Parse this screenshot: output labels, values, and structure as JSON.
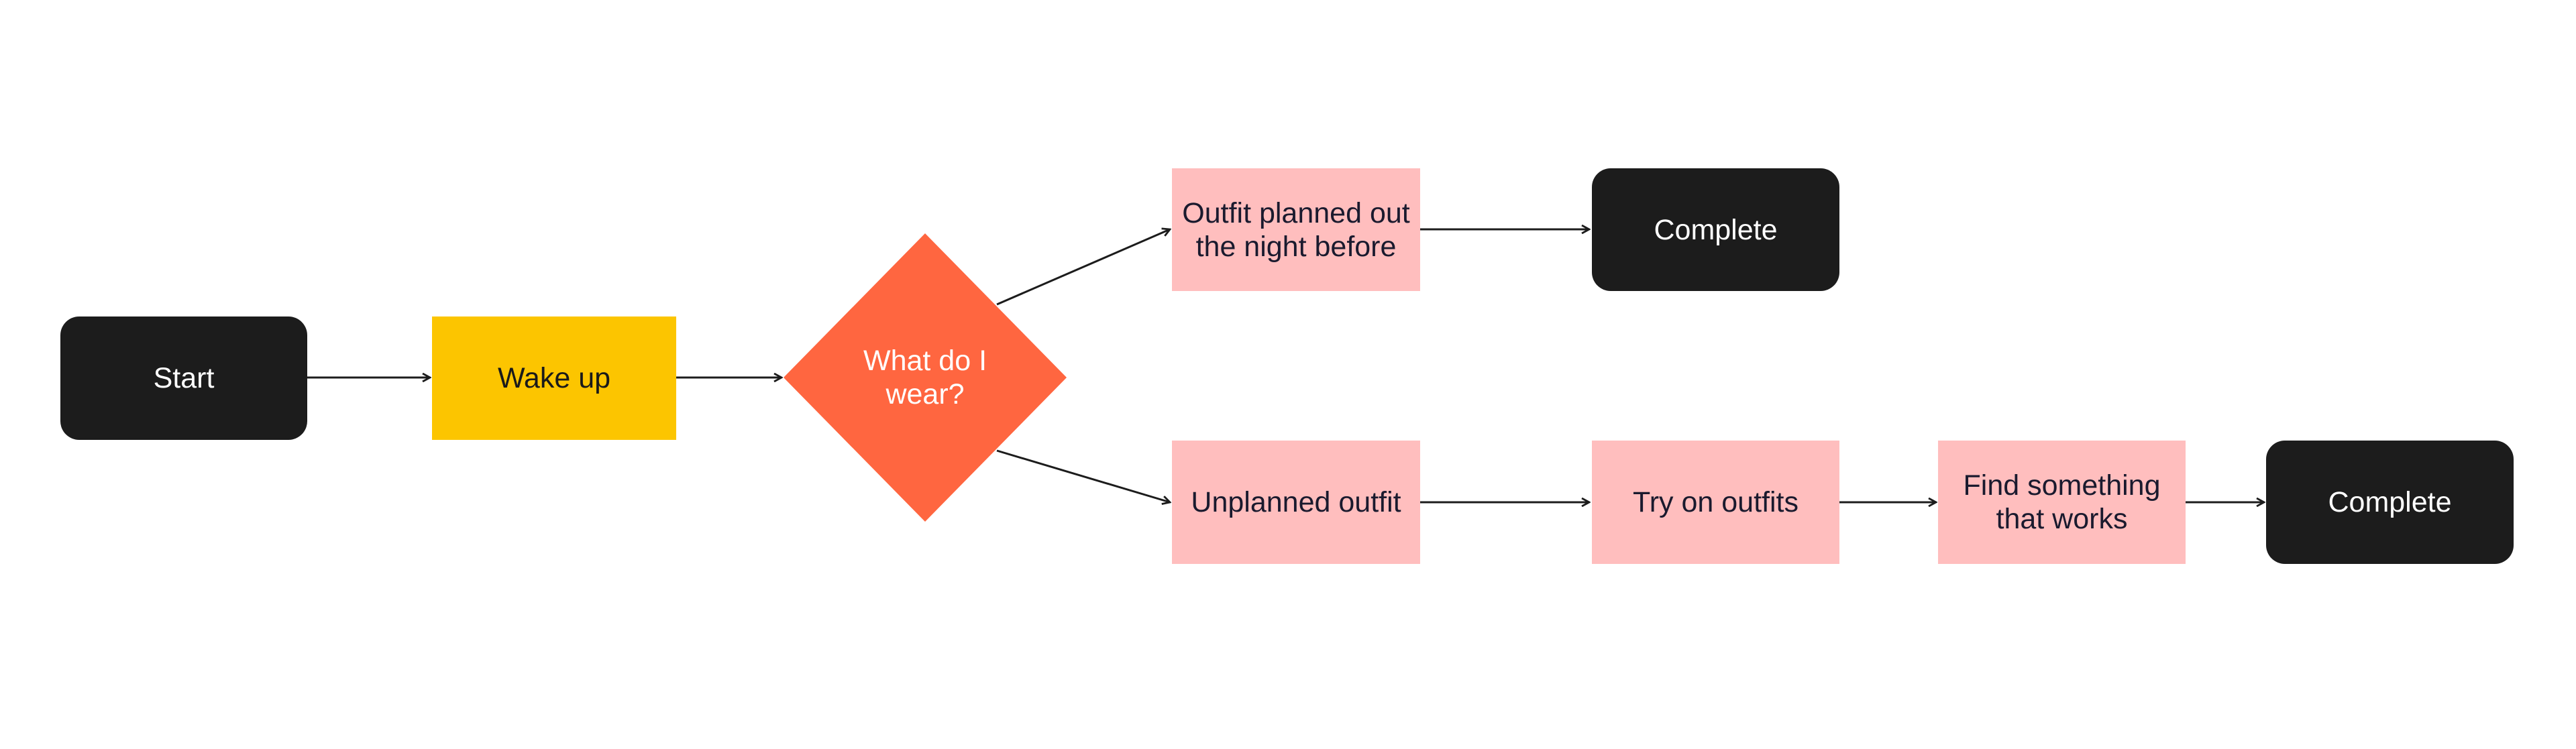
{
  "colors": {
    "terminal": "#1c1c1c",
    "process_yellow": "#fcc500",
    "decision_orange": "#ff6640",
    "process_pink": "#ffbebe",
    "connector": "#1c1c1c"
  },
  "nodes": {
    "start": "Start",
    "wake_up": "Wake up",
    "decision": "What do I\nwear?",
    "planned": "Outfit planned out\nthe night before",
    "complete_top": "Complete",
    "unplanned": "Unplanned outfit",
    "try_on": "Try on outfits",
    "find": "Find something\nthat works",
    "complete_bottom": "Complete"
  },
  "edges": [
    {
      "from": "start",
      "to": "wake_up"
    },
    {
      "from": "wake_up",
      "to": "decision"
    },
    {
      "from": "decision",
      "to": "planned"
    },
    {
      "from": "decision",
      "to": "unplanned"
    },
    {
      "from": "planned",
      "to": "complete_top"
    },
    {
      "from": "unplanned",
      "to": "try_on"
    },
    {
      "from": "try_on",
      "to": "find"
    },
    {
      "from": "find",
      "to": "complete_bottom"
    }
  ]
}
